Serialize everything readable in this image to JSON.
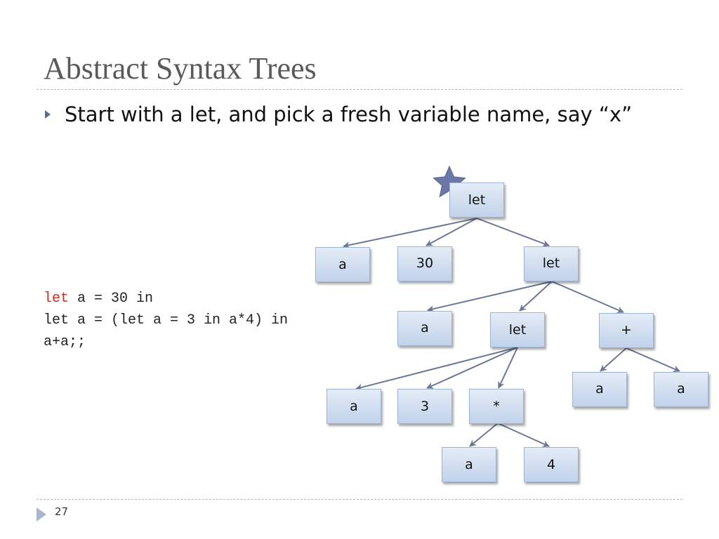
{
  "slide": {
    "title": "Abstract Syntax Trees",
    "bullet": "Start with a let, and pick a fresh variable name, say “x”",
    "page_number": "27"
  },
  "code": {
    "line1_keyword": "let",
    "line1_rest": " a = 30 in",
    "line2": "let a = (let a = 3 in a*4) in",
    "line3": "a+a;;"
  },
  "tree": {
    "root": "let",
    "root_a": "a",
    "root_30": "30",
    "root_let": "let",
    "let2_a": "a",
    "let2_let": "let",
    "let2_plus": "+",
    "let3_a": "a",
    "let3_3": "3",
    "let3_times": "*",
    "times_a": "a",
    "times_4": "4",
    "plus_a1": "a",
    "plus_a2": "a"
  },
  "colors": {
    "node_top": "#e4ecf7",
    "node_bottom": "#c1d2ea",
    "edge": "#6c7796",
    "star": "#6b77a6",
    "keyword": "#d42a20"
  }
}
